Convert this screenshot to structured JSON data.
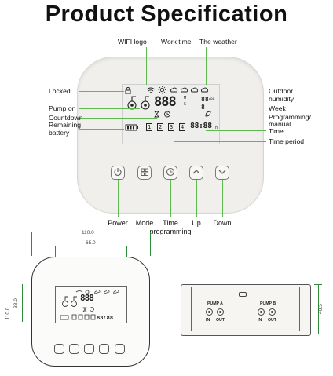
{
  "title": "Product Specification",
  "callouts": {
    "wifi_logo": "WIFI logo",
    "work_time": "Work time",
    "the_weather": "The weather",
    "locked": "Locked",
    "outdoor_humidity_1": "Outdoor",
    "outdoor_humidity_2": "humidity",
    "pump_on": "Pump on",
    "week": "Week",
    "countdown": "Countdown",
    "programming_1": "Programming/",
    "programming_2": "manual",
    "remaining_1": "Remaining",
    "remaining_2": "battery",
    "time": "Time",
    "time_period": "Time period"
  },
  "buttons": {
    "power": "Power",
    "mode": "Mode",
    "time_1": "Time",
    "time_2": "programming",
    "up": "Up",
    "down": "Down"
  },
  "lcd": {
    "digits_main": "888",
    "digits_small": "88",
    "digits_week": "8",
    "digits_time": "88:88",
    "unit_hum": "%RH",
    "unit_m": "M",
    "unit_s": "S",
    "unit_h": "h",
    "period_1": "1",
    "period_2": "2",
    "period_3": "3",
    "period_4": "4"
  },
  "dimensions": {
    "width_outer": "110.0",
    "width_inner": "65.0",
    "height_lcd": "33.0",
    "height_outer": "110.0",
    "depth": "40.5"
  },
  "pumps": {
    "pump_a": "PUMP A",
    "pump_b": "PUMP B",
    "in": "IN",
    "out": "OUT"
  },
  "colors": {
    "callout_line": "#5fb94f",
    "dimension_line": "#2e8b3a"
  }
}
